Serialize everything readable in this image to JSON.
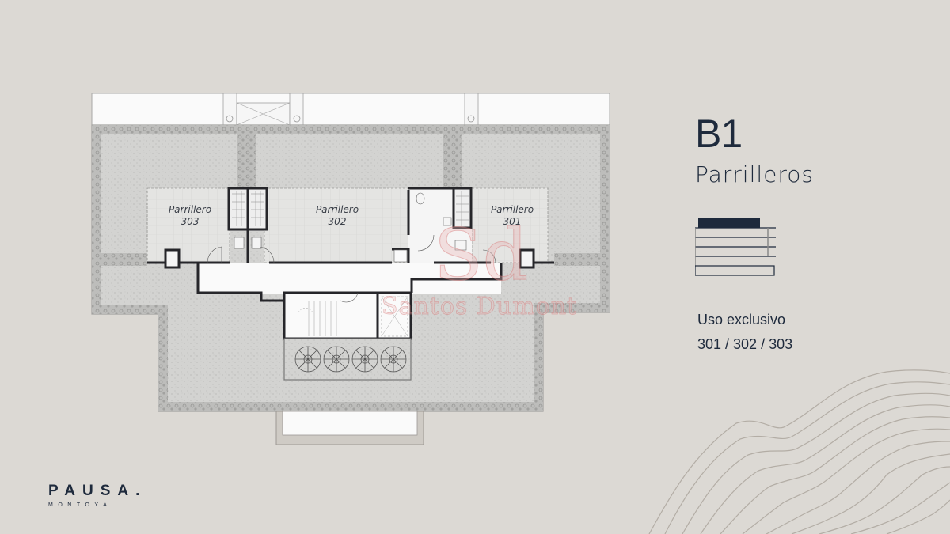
{
  "header": {
    "code": "B1",
    "name": "Parrilleros"
  },
  "usage": {
    "label": "Uso exclusivo",
    "units": "301 / 302 / 303"
  },
  "brand": {
    "name": "PAUSA.",
    "subtitle": "MONTOYA"
  },
  "rooms": [
    {
      "title": "Parrillero",
      "number": "303"
    },
    {
      "title": "Parrillero",
      "number": "302"
    },
    {
      "title": "Parrillero",
      "number": "301"
    }
  ],
  "watermark": {
    "monogram": "Sd",
    "text": "Santos Dumont"
  },
  "colors": {
    "background": "#dcd9d4",
    "ink": "#1e2a3c",
    "wall": "#26262a",
    "terrace": "#d2d2d0",
    "contour": "#b3ada5"
  },
  "level_indicator": {
    "total_levels": 5,
    "highlighted_level": "top"
  }
}
